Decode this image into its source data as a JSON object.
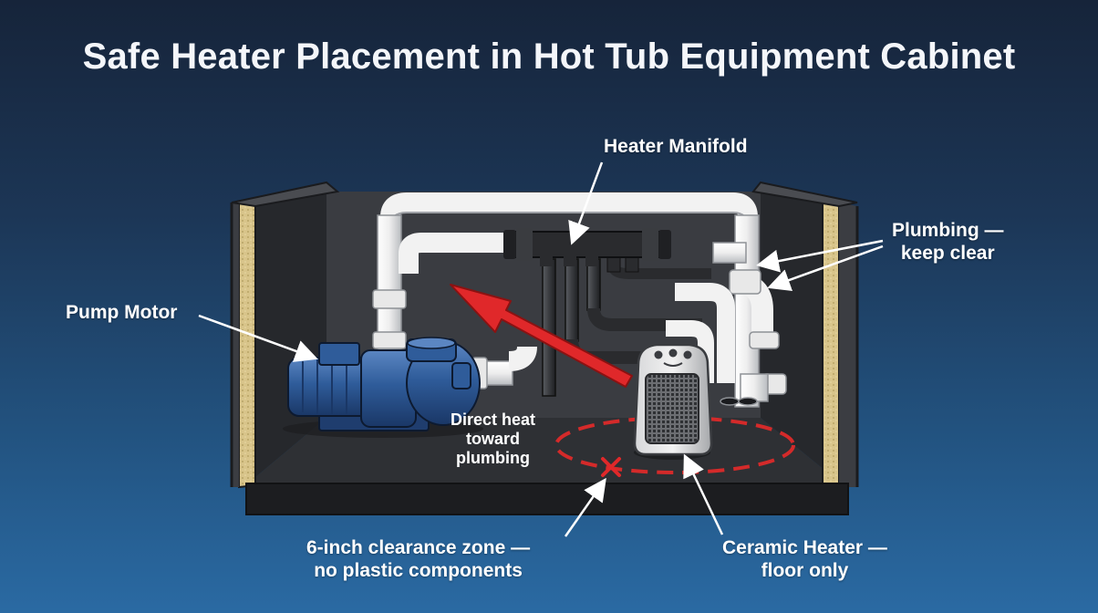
{
  "title": "Safe Heater Placement in Hot Tub Equipment Cabinet",
  "labels": {
    "heater_manifold": "Heater Manifold",
    "plumbing_line1": "Plumbing —",
    "plumbing_line2": "keep clear",
    "pump_motor": "Pump Motor",
    "direct_heat_line1": "Direct heat",
    "direct_heat_line2": "toward",
    "direct_heat_line3": "plumbing",
    "clearance_line1": "6-inch clearance zone —",
    "clearance_line2": "no plastic components",
    "ceramic_line1": "Ceramic Heater —",
    "ceramic_line2": "floor only"
  },
  "colors": {
    "warning_arrow": "#e0282a",
    "clearance_zone": "#d42a2a",
    "pump_blue": "#2f5c9a",
    "pvc_white": "#f2f2f2",
    "cabinet_dark": "#2b2d31",
    "insulation": "#d8c48a"
  },
  "icons": {
    "prohibition_mark": "x-mark-icon"
  }
}
